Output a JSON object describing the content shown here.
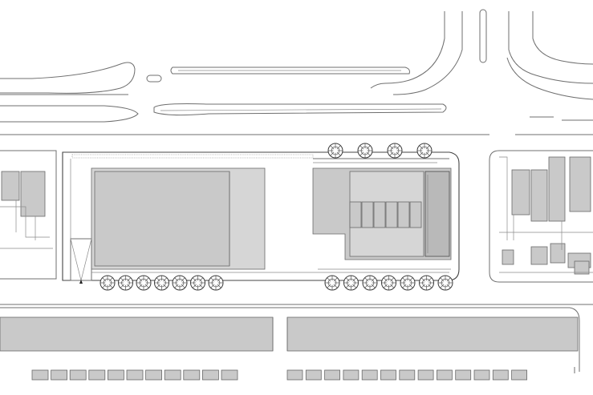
{
  "colors": {
    "background": "#ffffff",
    "building_fill": "#c9c9c9",
    "line": "#6f6f6f",
    "tree_outline": "#3a3a3a"
  },
  "trees": {
    "icon": "tree-icon",
    "north_row_count": 4,
    "south_row_west_count": 7,
    "south_row_east_count": 7
  },
  "row_blocks": {
    "south_west_count": 11,
    "south_east_count": 13
  }
}
